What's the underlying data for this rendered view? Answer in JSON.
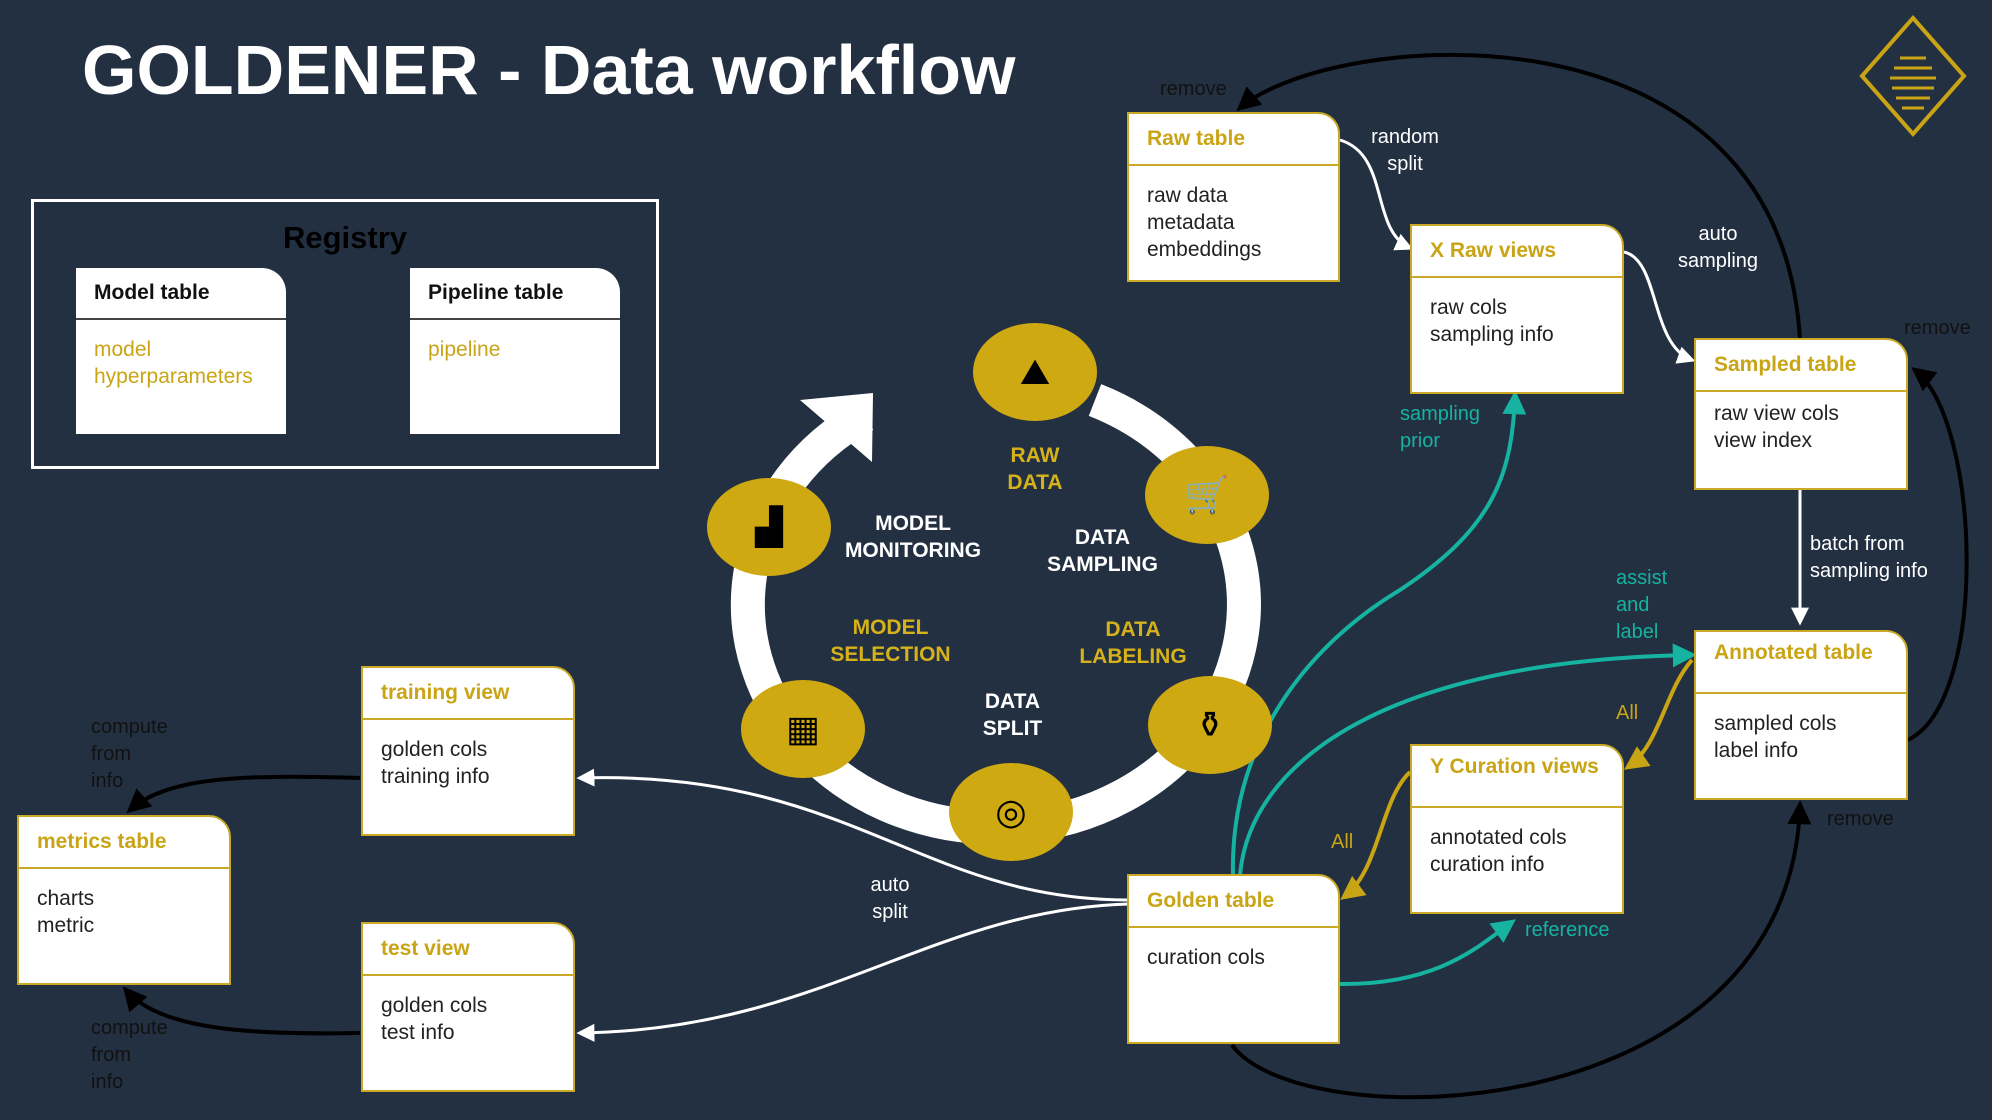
{
  "title": "GOLDENER - Data workflow",
  "colors": {
    "background": "#233042",
    "gold": "#c9a415",
    "teal": "#15b3a0",
    "white": "#ffffff",
    "black": "#111111"
  },
  "registry": {
    "title": "Registry",
    "model_table": {
      "header": "Model table",
      "body": "model\nhyperparameters"
    },
    "pipeline_table": {
      "header": "Pipeline table",
      "body": "pipeline"
    }
  },
  "cycle": {
    "stages": [
      {
        "id": "raw-data",
        "label": "RAW\nDATA",
        "icon": "gold-treasure-pile-icon"
      },
      {
        "id": "data-sampling",
        "label": "DATA\nSAMPLING",
        "icon": "ore-cart-icon"
      },
      {
        "id": "data-labeling",
        "label": "DATA\nLABELING",
        "icon": "crucible-icon"
      },
      {
        "id": "data-split",
        "label": "DATA\nSPLIT",
        "icon": "gold-bowl-icon"
      },
      {
        "id": "model-selection",
        "label": "MODEL\nSELECTION",
        "icon": "gold-bars-icon"
      },
      {
        "id": "model-monitoring",
        "label": "MODEL\nMONITORING",
        "icon": "rising-chart-icon"
      }
    ]
  },
  "tables": {
    "raw_table": {
      "header": "Raw table",
      "body": "raw data\nmetadata\nembeddings"
    },
    "x_raw_views": {
      "header": "X Raw views",
      "body": "raw cols\nsampling info"
    },
    "sampled_table": {
      "header": "Sampled table",
      "body": "raw view cols\nview index"
    },
    "annotated_table": {
      "header": "Annotated\ntable",
      "body": "sampled cols\nlabel info"
    },
    "y_curation_views": {
      "header": "Y Curation\nviews",
      "body": "annotated cols\ncuration info"
    },
    "golden_table": {
      "header": "Golden table",
      "body": "curation cols"
    },
    "training_view": {
      "header": "training view",
      "body": "golden cols\ntraining info"
    },
    "test_view": {
      "header": "test view",
      "body": "golden cols\ntest info"
    },
    "metrics_table": {
      "header": "metrics table",
      "body": "charts\nmetric"
    }
  },
  "edge_labels": {
    "remove_top": "remove",
    "random_split": "random\nsplit",
    "auto_sampling": "auto\nsampling",
    "remove_right": "remove",
    "sampling_prior": "sampling\nprior",
    "batch_from_sampling": "batch from\nsampling info",
    "assist_and_label": "assist\nand\nlabel",
    "all_annotated": "All",
    "all_golden": "All",
    "reference": "reference",
    "remove_bottom": "remove",
    "auto_split": "auto\nsplit",
    "compute_top": "compute\nfrom\ninfo",
    "compute_bottom": "compute\nfrom\ninfo"
  },
  "logo": {
    "icon": "goldener-diamond-logo-icon"
  }
}
